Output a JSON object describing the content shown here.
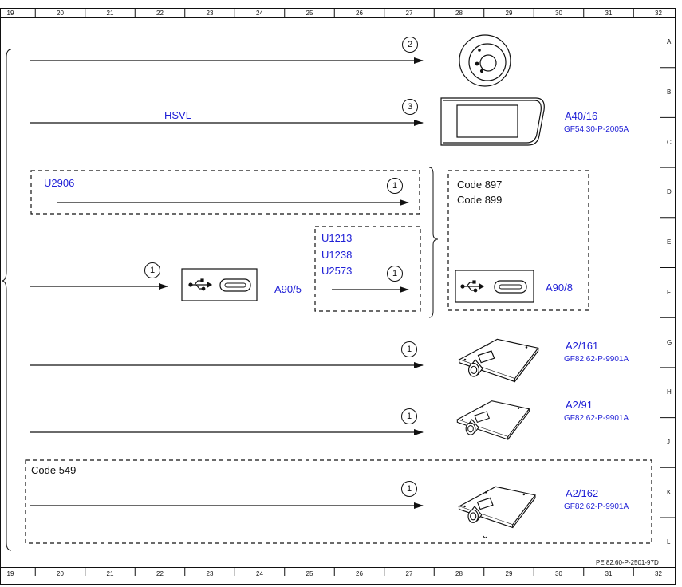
{
  "frame": {
    "columns": [
      "19",
      "20",
      "21",
      "22",
      "23",
      "24",
      "25",
      "26",
      "27",
      "28",
      "29",
      "30",
      "31",
      "32"
    ],
    "rows": [
      "A",
      "B",
      "C",
      "D",
      "E",
      "F",
      "G",
      "H",
      "J",
      "K",
      "L"
    ],
    "doc_ref": "PE 82.60-P-2501-97D"
  },
  "markers": [
    "2",
    "3",
    "1",
    "1",
    "1",
    "1",
    "1",
    "1"
  ],
  "signals": {
    "hsvl": "HSVL",
    "u2906": "U2906",
    "u1213": "U1213",
    "u1238": "U1238",
    "u2573": "U2573"
  },
  "codes": {
    "code_897": "Code 897",
    "code_899": "Code 899",
    "code_549": "Code 549"
  },
  "components": {
    "a40_16": {
      "id": "A40/16",
      "ref": "GF54.30-P-2005A"
    },
    "a90_5": {
      "id": "A90/5"
    },
    "a90_8": {
      "id": "A90/8"
    },
    "a2_161": {
      "id": "A2/161",
      "ref": "GF82.62-P-9901A"
    },
    "a2_91": {
      "id": "A2/91",
      "ref": "GF82.62-P-9901A"
    },
    "a2_162": {
      "id": "A2/162",
      "ref": "GF82.62-P-9901A"
    }
  }
}
